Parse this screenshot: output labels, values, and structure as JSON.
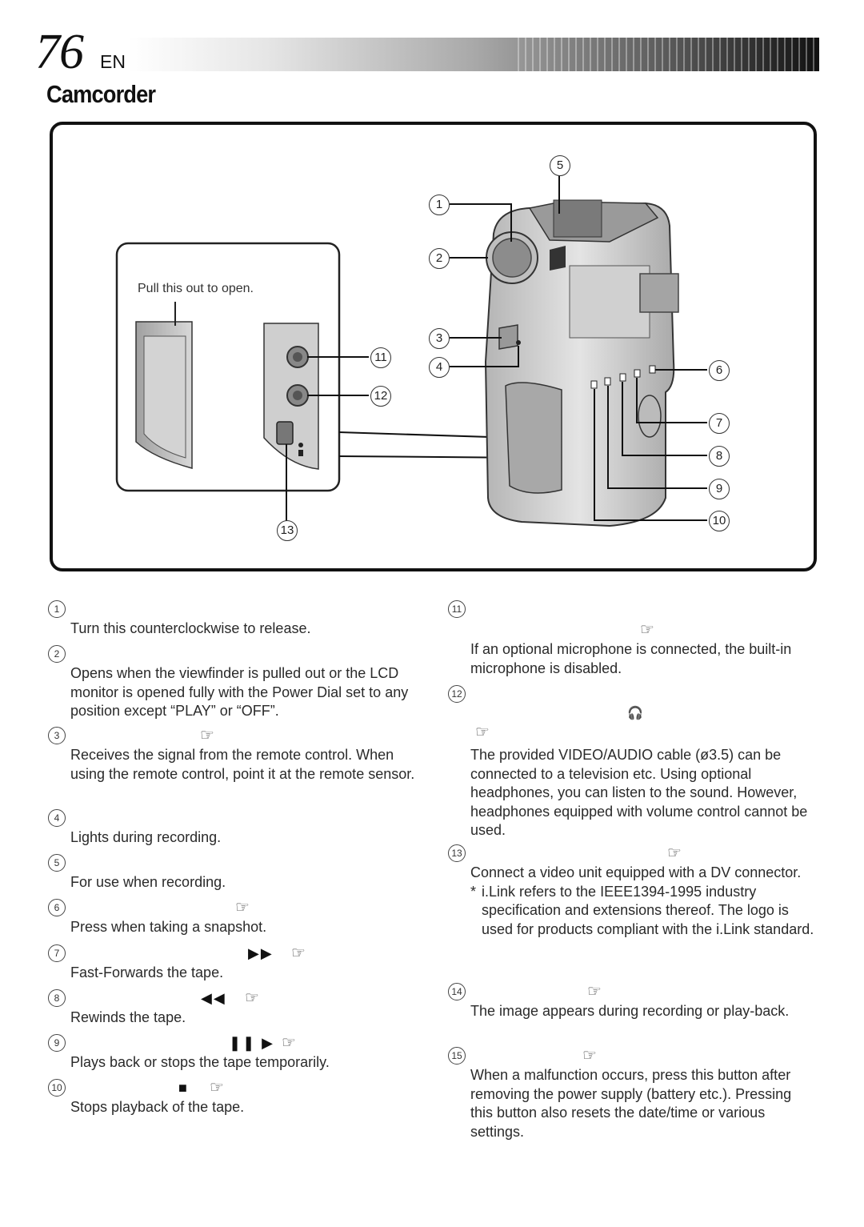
{
  "header": {
    "page_number": "76",
    "lang": "EN",
    "section_title": "Camcorder"
  },
  "figure": {
    "pull_label": "Pull this out to open.",
    "callouts": [
      "1",
      "2",
      "3",
      "4",
      "5",
      "6",
      "7",
      "8",
      "9",
      "10",
      "11",
      "12",
      "13"
    ]
  },
  "items": [
    {
      "num": "1",
      "symbol": "",
      "desc": "Turn this counterclockwise to release."
    },
    {
      "num": "2",
      "symbol": "",
      "desc": "Opens when the viewfinder is pulled out or the LCD monitor is opened fully with the Power Dial set to any position except “PLAY” or “OFF”."
    },
    {
      "num": "3",
      "symbol": "",
      "desc": "Receives the signal from the remote control. When using the remote control, point it at the remote sensor."
    },
    {
      "num": "4",
      "symbol": "",
      "desc": "Lights during recording."
    },
    {
      "num": "5",
      "symbol": "",
      "desc": "For use when recording."
    },
    {
      "num": "6",
      "symbol": "",
      "desc": "Press when taking a snapshot."
    },
    {
      "num": "7",
      "symbol": "▶▶",
      "desc": "Fast-Forwards the tape."
    },
    {
      "num": "8",
      "symbol": "◀◀",
      "desc": "Rewinds the tape."
    },
    {
      "num": "9",
      "symbol": "❚❚ ▶",
      "desc": "Plays back or stops the tape temporarily."
    },
    {
      "num": "10",
      "symbol": "■",
      "desc": "Stops playback of the tape."
    },
    {
      "num": "11",
      "symbol": "",
      "desc": "If an optional microphone is connected, the built-in microphone is disabled."
    },
    {
      "num": "12",
      "symbol": "🎧",
      "desc": "The provided VIDEO/AUDIO cable (ø3.5) can be connected to a television etc. Using optional headphones, you can listen to the sound. However, headphones equipped with volume control cannot be used."
    },
    {
      "num": "13",
      "symbol": "",
      "desc": "Connect a video unit equipped with a DV connector."
    },
    {
      "num": "14",
      "symbol": "",
      "desc": "The image appears during recording or play-back."
    },
    {
      "num": "15",
      "symbol": "",
      "desc": "When a malfunction occurs, press this button after removing the power supply (battery etc.). Pressing this button also resets the date/time or various settings."
    }
  ],
  "footnote": {
    "mark": "*",
    "text": "i.Link refers to the IEEE1394-1995 industry specification and extensions thereof. The logo is used for products compliant with the i.Link standard."
  },
  "icons": {
    "ref": "pointing-hand-icon",
    "ref_glyph": "☞",
    "ilink": "ilink-logo-icon"
  }
}
